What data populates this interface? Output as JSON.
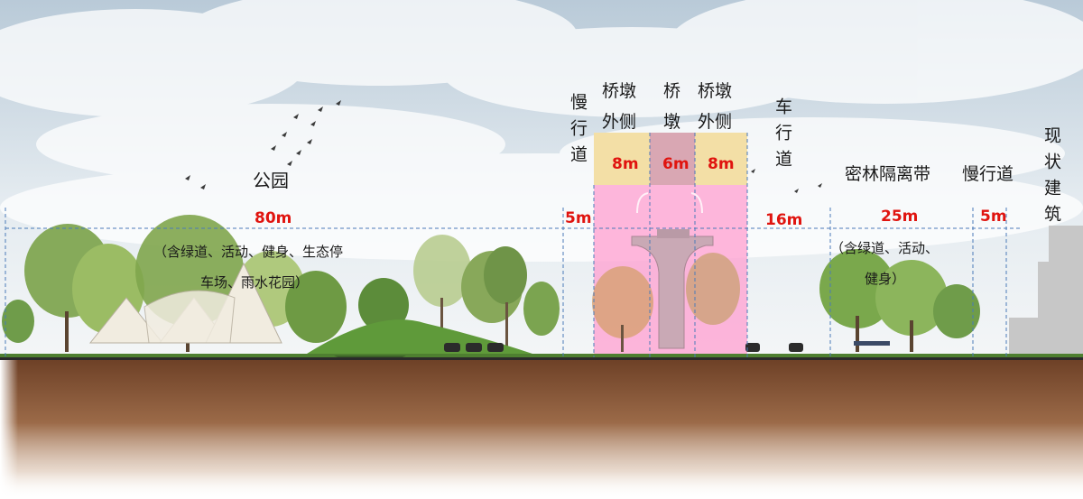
{
  "zones": {
    "park": {
      "name": "公园",
      "width": "80m",
      "note_line1": "（含绿道、活动、健身、生态停",
      "note_line2": "车场、雨水花园）"
    },
    "slow_lane_left": {
      "name": "慢行道",
      "width": "5m"
    },
    "pier_outer_left": {
      "name_line1": "桥墩",
      "name_line2": "外侧",
      "width": "8m"
    },
    "pier": {
      "name_line1": "桥",
      "name_line2": "墩",
      "width": "6m"
    },
    "pier_outer_right": {
      "name_line1": "桥墩",
      "name_line2": "外侧",
      "width": "8m"
    },
    "carriageway": {
      "name": "车行道",
      "width": "16m"
    },
    "forest_belt": {
      "name": "密林隔离带",
      "width": "25m",
      "note_line1": "（含绿道、活动、",
      "note_line2": "健身）"
    },
    "slow_lane_right": {
      "name": "慢行道",
      "width": "5m"
    },
    "existing_building": {
      "name": "现状建筑"
    }
  },
  "colors": {
    "dimension_text": "#e0140f",
    "pier_outer_band": "#f3dfa6",
    "pier_band": "#d9a7b3",
    "pier_zone_overlay": "#ff9fd0",
    "guide_line": "#4a7ab8",
    "soil": "#8a5a3a",
    "grass": "#5f9a3a"
  }
}
